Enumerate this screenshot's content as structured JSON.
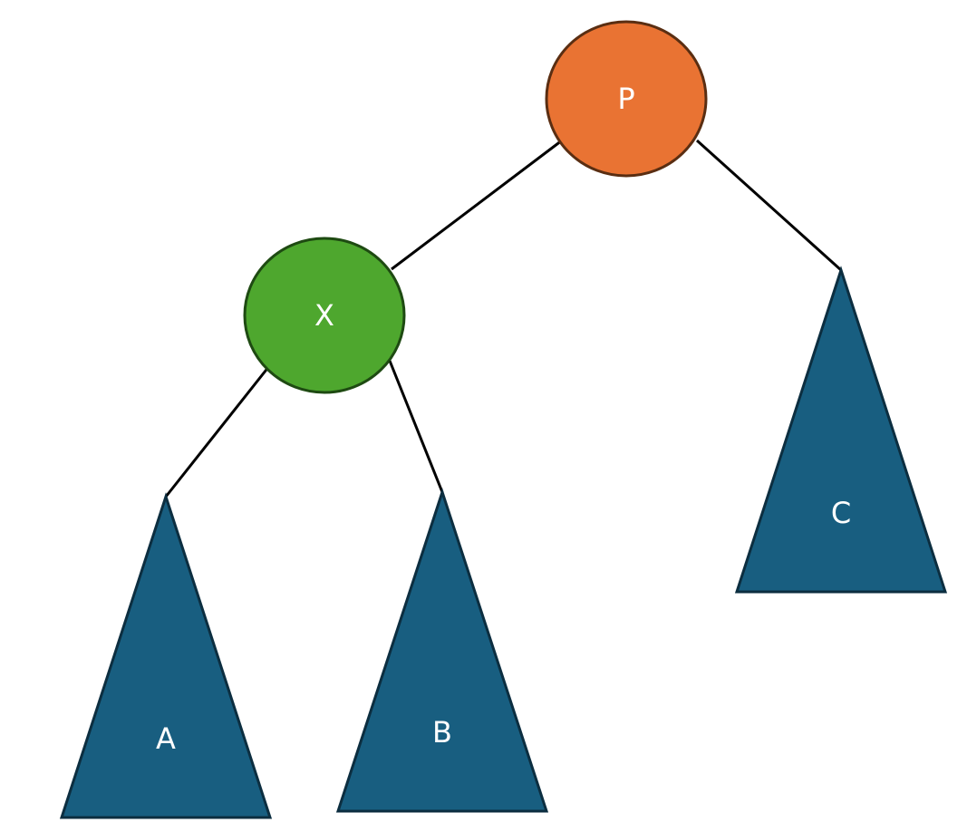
{
  "colors": {
    "node_p": "#E97333",
    "node_p_border": "#5A2E12",
    "node_x": "#4EA72E",
    "node_x_border": "#1E4A12",
    "subtree": "#185E80",
    "subtree_border": "#0C2E40",
    "edge": "#000000",
    "label": "#FFFFFF"
  },
  "nodes": {
    "p": {
      "label": "P"
    },
    "x": {
      "label": "X"
    }
  },
  "subtrees": {
    "a": {
      "label": "A"
    },
    "b": {
      "label": "B"
    },
    "c": {
      "label": "C"
    }
  }
}
